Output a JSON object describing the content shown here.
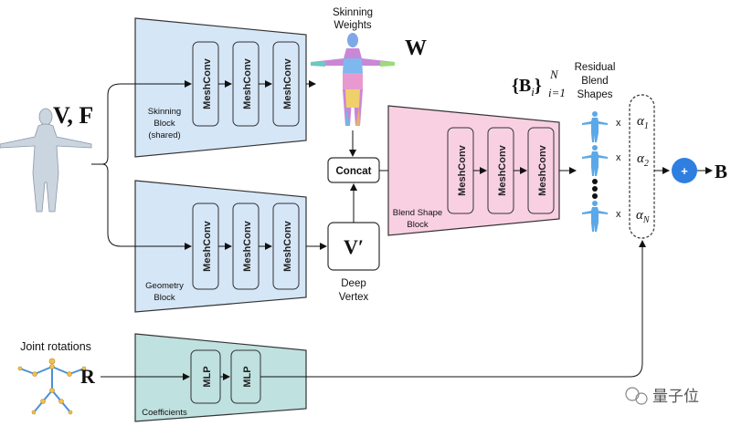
{
  "inputs": {
    "mesh_symbol": "V, F",
    "rotations_label": "Joint rotations",
    "rotations_symbol": "R"
  },
  "skinning_block": {
    "label_line1": "Skinning",
    "label_line2": "Block",
    "label_line3": "(shared)",
    "layers": [
      "MeshConv",
      "MeshConv",
      "MeshConv"
    ]
  },
  "geometry_block": {
    "label_line1": "Geometry",
    "label_line2": "Block",
    "layers": [
      "MeshConv",
      "MeshConv",
      "MeshConv"
    ]
  },
  "coefficients_block": {
    "label": "Coefficients",
    "layers": [
      "MLP",
      "MLP"
    ]
  },
  "skinning_weights": {
    "label_line1": "Skinning",
    "label_line2": "Weights",
    "symbol": "W"
  },
  "concat": {
    "label": "Concat"
  },
  "deep_vertex": {
    "symbol": "V′",
    "label_line1": "Deep",
    "label_line2": "Vertex"
  },
  "blend_shape_block": {
    "label_line1": "Blend Shape",
    "label_line2": "Block",
    "layers": [
      "MeshConv",
      "MeshConv",
      "MeshConv"
    ]
  },
  "residual": {
    "set_symbol": "{B",
    "set_sub": "i",
    "set_close": "}",
    "set_sup": "N",
    "set_range": "i=1",
    "label_line1": "Residual",
    "label_line2": "Blend",
    "label_line3": "Shapes",
    "times": [
      "x",
      "x",
      "x"
    ]
  },
  "alphas": [
    {
      "base": "α",
      "sub": "1"
    },
    {
      "base": "α",
      "sub": "2"
    },
    {
      "base": "α",
      "sub": "N"
    }
  ],
  "plus": {
    "symbol": "+"
  },
  "output": {
    "symbol": "B"
  },
  "watermark": {
    "text": "量子位"
  }
}
